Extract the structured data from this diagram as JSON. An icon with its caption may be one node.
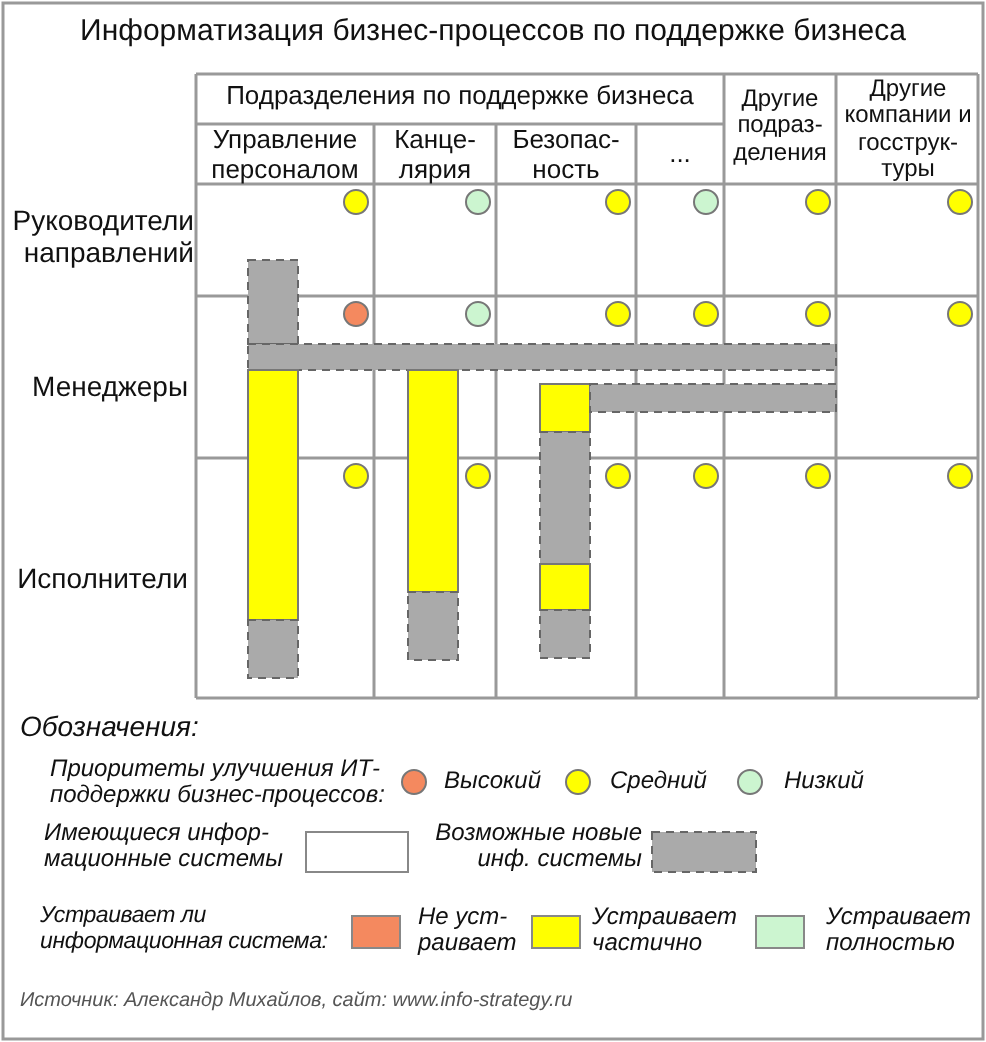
{
  "diagram": {
    "title": "Информатизация бизнес-процессов по поддержке бизнеса",
    "caption": "Источник: Александр Михайлов, сайт: www.info-strategy.ru",
    "labels": [
      "Подразделения по поддержке бизнеса",
      "Другие подраз-деления",
      "Другие компании и госструк-туры",
      "Управление персоналом",
      "Канце-лярия",
      "Безопас-ность",
      "...",
      "Руководители направлений",
      "Менеджеры",
      "Исполнители",
      "Обозначения:",
      "Приоритеты улучшения ИТ-поддержки бизнес-процессов:",
      "Устраивает ли информационная система:"
    ],
    "legend": [
      {
        "text": "Высокий",
        "color": "#f4895f"
      },
      {
        "text": "Средний",
        "color": "#ffff00"
      },
      {
        "text": "Низкий",
        "color": "#ccf5d0"
      },
      {
        "text": "Имеющиеся инфор-мационные системы",
        "color": "#ffffff"
      },
      {
        "text": "Возможные новые инф. системы"
      },
      {
        "text": "Не уст-раивает",
        "color": "#f4895f"
      },
      {
        "text": "Устраивает частично",
        "color": "#ffff00"
      },
      {
        "text": "Устраивает полностью",
        "color": "#ccf5d0"
      }
    ]
  }
}
